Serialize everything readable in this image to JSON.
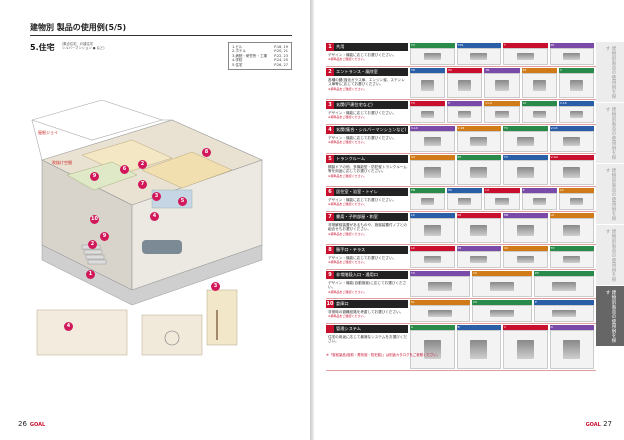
{
  "left_page": {
    "header": "建物別 製品の使用例(5/5)",
    "section_title": "5.住宅",
    "section_sub_1": "(集合住宅、戸建住宅",
    "section_sub_2": "シルバーマンション ● など)",
    "toc": [
      {
        "label": "1.ビル",
        "pages": "P.18, 19"
      },
      {
        "label": "2.ホテル",
        "pages": "P.20, 21"
      },
      {
        "label": "3.病院・研究所・工場",
        "pages": "P.22, 23"
      },
      {
        "label": "4.学校",
        "pages": "P.24, 25"
      },
      {
        "label": "5.住宅",
        "pages": "P.26, 27"
      }
    ],
    "labels": {
      "balcony": "屋根ジョイ",
      "atrium": "吹抜け空間"
    },
    "page_number": "26",
    "brand": "GOAL",
    "badges": [
      "8",
      "6",
      "2",
      "9",
      "7",
      "3",
      "5",
      "4",
      "10",
      "2",
      "9",
      "1",
      "3",
      "4"
    ]
  },
  "right_page": {
    "rows": [
      {
        "num": "1",
        "title": "共用",
        "desc": "デザイン・機能に応じてお選びください。",
        "note": "※標準品をご確認ください。",
        "cells": [
          "TX",
          "TXS",
          "T",
          "PX"
        ]
      },
      {
        "num": "2",
        "title": "エントランス・風除室",
        "desc": "各種の鍵(強化ガラス扉、エンジン錠、ステンレス扉等)に応じてお選びください。",
        "note": "※標準品をご確認ください。",
        "cells": [
          "TR",
          "PX",
          "TR",
          "PX",
          "V"
        ]
      },
      {
        "num": "3",
        "title": "玄関(戸建住宅など)",
        "desc": "デザイン・機能に応じてお選びください。",
        "note": "※標準品をご確認ください。",
        "cells": [
          "TX",
          "P",
          "V-LX",
          "LX",
          "V-18"
        ]
      },
      {
        "num": "4",
        "title": "玄関(集合・シルバーマンションなど)",
        "desc": "デザイン・機能に応じてお選びください。",
        "note": "※標準品をご確認ください。",
        "cells": [
          "V-LX",
          "V-18",
          "TX",
          "V-CX"
        ]
      },
      {
        "num": "5",
        "title": "トランクルーム",
        "desc": "鋼製ドアの他、多機能型・防犯錠トランクルーム等を用途に応じてお選びください。",
        "note": "※標準品をご確認ください。",
        "cells": [
          "CX",
          "PX",
          "TX",
          "V-GX"
        ]
      },
      {
        "num": "6",
        "title": "居住室・浴室・トイレ",
        "desc": "デザイン・機能に応じてお選びください。",
        "note": "※標準品をご確認ください。",
        "cells": [
          "PN",
          "PX",
          "LX",
          "P",
          "LX"
        ]
      },
      {
        "num": "7",
        "title": "書斎・子供部屋・和室",
        "desc": "非常解錠装置があるものや、施錠装置付ノブとの組合せもお選びください。",
        "note": "※標準品をご確認ください。",
        "cells": [
          "LX",
          "PX",
          "PN",
          "LX"
        ]
      },
      {
        "num": "8",
        "title": "勝手口・テラス",
        "desc": "デザイン・機能に応じてお選びください。",
        "note": "※標準品をご確認ください。",
        "cells": [
          "LX",
          "PX",
          "CX",
          "TX"
        ]
      },
      {
        "num": "9",
        "title": "非常階段入口・通用口",
        "desc": "デザイン・機能(自動施錠)に応じてお選びください。",
        "note": "※標準品をご確認ください。",
        "cells": [
          "TX",
          "CX",
          "PX"
        ]
      },
      {
        "num": "10",
        "title": "倉庫口",
        "desc": "非常時の避難経路を考慮してお選びください。",
        "note": "※標準品をご確認ください。",
        "cells": [
          "SL",
          "CX",
          "P"
        ]
      },
      {
        "num": "",
        "title": "管理システム",
        "desc": "住宅の用途に応じて最適なシステムをお選びください。",
        "note": "",
        "cells": [
          "A",
          "B",
          "C",
          "D"
        ]
      }
    ],
    "footnote": "※「錠前製品(錠前・電気錠・防犯錠)」は別途カタログをご参照ください。",
    "side_tabs": [
      "建物別製品の使用例を探す",
      "建物別製品の使用例を探す",
      "建物別製品の使用例を探す",
      "建物別製品の使用例を探す",
      "建物別製品の使用例を探す"
    ],
    "page_number": "27",
    "brand": "GOAL",
    "colors": {
      "accent": "#c8102e",
      "dark": "#222222",
      "cell_header": "#2a8a4a"
    }
  }
}
